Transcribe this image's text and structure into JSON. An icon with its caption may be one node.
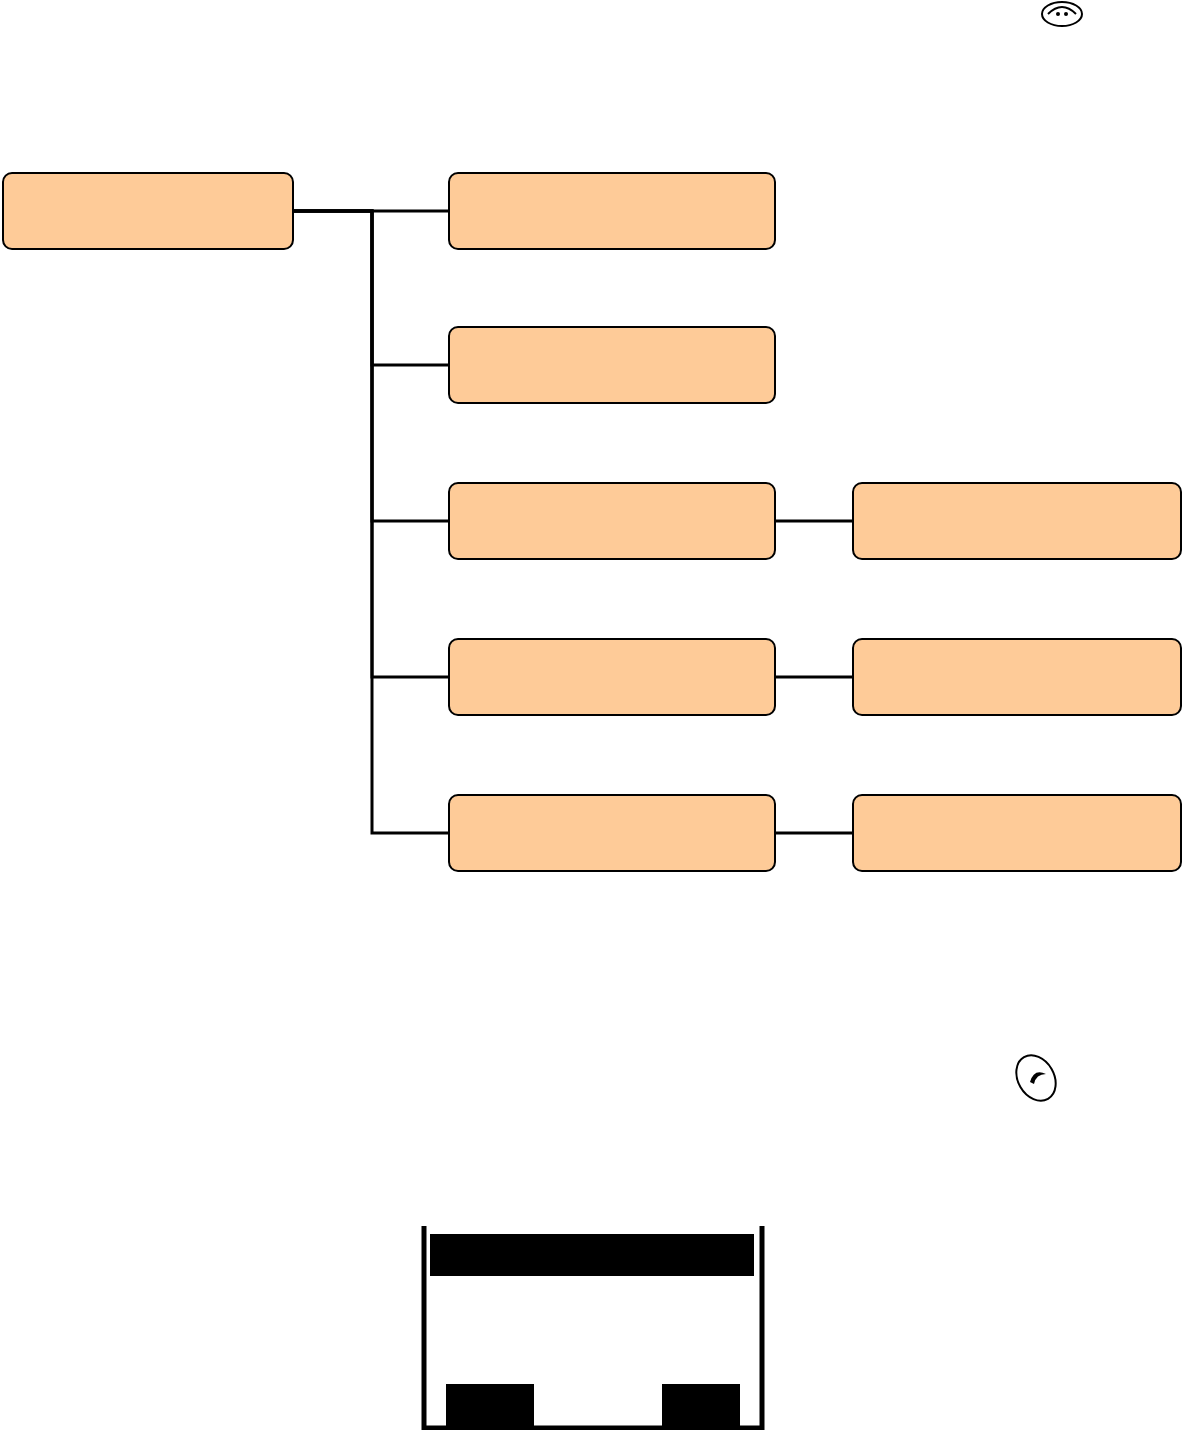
{
  "diagram": {
    "nodes": [
      {
        "text": [],
        "shape": "box"
      },
      {
        "text": [],
        "shape": "box"
      },
      {
        "text": [],
        "shape": "box"
      },
      {
        "text": [],
        "shape": "box"
      },
      {
        "text": [],
        "shape": "box"
      },
      {
        "text": [],
        "shape": "box"
      },
      {
        "text": [],
        "shape": "box"
      },
      {
        "text": [],
        "shape": "box"
      },
      {
        "text": [],
        "shape": "box"
      }
    ],
    "edges": [
      {
        "from": 0,
        "to": 1,
        "arrow": "none"
      },
      {
        "from": 0,
        "to": 2,
        "arrow": "none"
      },
      {
        "from": 0,
        "to": 3,
        "arrow": "none"
      },
      {
        "from": 0,
        "to": 4,
        "arrow": "none"
      },
      {
        "from": 0,
        "to": 5,
        "arrow": "none"
      },
      {
        "from": 3,
        "to": 6,
        "arrow": "none"
      },
      {
        "from": 4,
        "to": 7,
        "arrow": "none"
      },
      {
        "from": 5,
        "to": 8,
        "arrow": "none"
      }
    ]
  }
}
